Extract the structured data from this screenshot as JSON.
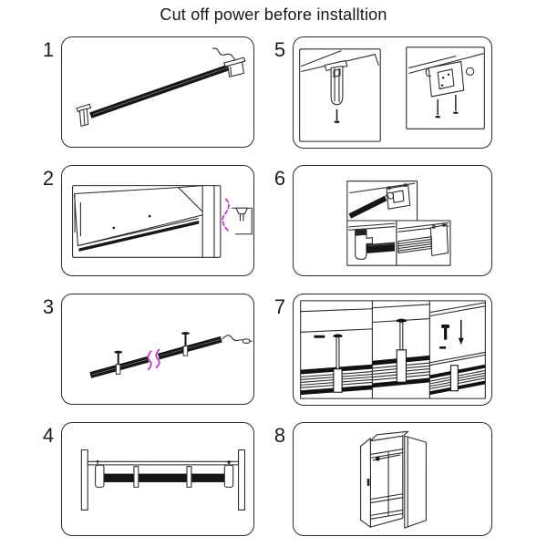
{
  "title": "Cut off power before installtion",
  "colors": {
    "line_color": "#2b2b2b",
    "bar_color": "#161616",
    "accent_pink": "#c832c8"
  },
  "steps": [
    {
      "number": "1",
      "illustration": "light-bar-with-end-brackets-and-cable"
    },
    {
      "number": "2",
      "illustration": "under-shelf-mounting-position-closeup"
    },
    {
      "number": "3",
      "illustration": "light-bar-with-mounting-screws"
    },
    {
      "number": "4",
      "illustration": "light-bar-installed-front-view"
    },
    {
      "number": "5",
      "illustration": "mounting-bracket-screw-closeups"
    },
    {
      "number": "6",
      "illustration": "slide-bar-into-brackets"
    },
    {
      "number": "7",
      "illustration": "fasten-screws-through-bar"
    },
    {
      "number": "8",
      "illustration": "finished-wardrobe-with-light"
    }
  ]
}
